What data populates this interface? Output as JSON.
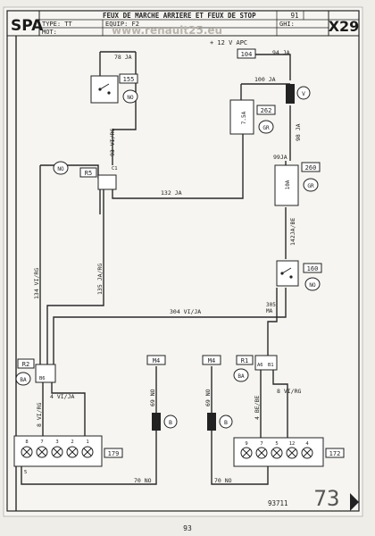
{
  "header": {
    "brand": "SPA",
    "title": "FEUX DE MARCHE ARRIERE ET FEUX DE STOP",
    "type_label": "TYPE: TT",
    "equip_label": "EQUIP: F2",
    "mot_label": "MOT:",
    "page_code": "91",
    "ghi_label": "GHI:",
    "sheet_code": "X29",
    "watermark": "www.renault25.eu"
  },
  "wires": {
    "w78ja": "78 JA",
    "w94ja": "94 JA",
    "w100ja": "100 JA",
    "w98ja_v": "98 JA",
    "w99ja": "99JA",
    "w132ja": "132 JA",
    "w142": "142JA/BE",
    "w134": "134 VI/RG",
    "w135": "135 JA/RG",
    "w93": "93 VI/RG",
    "w304": "304 VI/JA",
    "w305": "305",
    "w305ma": "MA",
    "w4vija": "4 VI/JA",
    "w8virg_left": "8 VI/RG",
    "w69no_left": "69 NO",
    "w69no_right": "69 NO",
    "w4beb": "4 BE/BE",
    "w8virg_right": "8 VI/RG",
    "w70no_left": "70 NO",
    "w70no_right": "70 NO",
    "apc": "+ 12 V APC"
  },
  "components": {
    "c155": "155",
    "c104": "104",
    "c262": "262",
    "c260": "260",
    "c160": "160",
    "c179": "179",
    "c172": "172",
    "r5": "R5",
    "r2": "R2",
    "r1": "R1",
    "m4a": "M4",
    "m4b": "M4",
    "fuse_75": "7.5A",
    "fuse_10": "10A"
  },
  "tags": {
    "no": "NO",
    "v": "V",
    "gr": "GR",
    "ba": "BA",
    "b": "B"
  },
  "pins": {
    "p1": "1",
    "p2": "2",
    "p3": "3",
    "p4": "4",
    "p5": "5",
    "p7": "7",
    "p8": "8",
    "p9": "9",
    "p12": "12",
    "c1": "C1",
    "b6": "B6",
    "a6": "A6",
    "b1": "B1"
  },
  "footer": {
    "ref_number": "93711",
    "page_big": "73",
    "page_number": "93"
  }
}
